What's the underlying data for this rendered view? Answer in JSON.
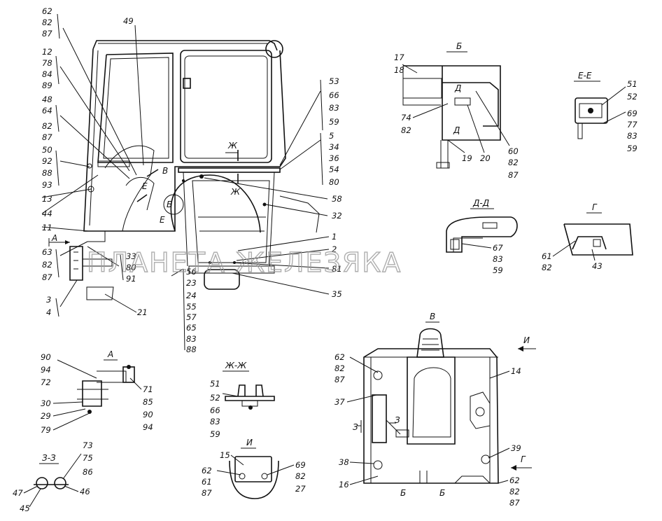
{
  "watermark": "ПЛАНЕТА ЖЕЛЕЗЯКА",
  "view_titles": {
    "B_view": "Б",
    "V_view": "В",
    "E_E": "Е-Е",
    "D_D": "Д-Д",
    "G_view": "Г",
    "A_view": "А",
    "ZH_ZH": "Ж-Ж",
    "I_view": "И",
    "Z_Z": "З-З"
  },
  "section_markers": {
    "A": "А",
    "B": "Б",
    "V": "В",
    "E1": "Е",
    "E2": "Е",
    "ZH1": "Ж",
    "ZH2": "Ж",
    "D1": "Д",
    "D2": "Д",
    "Z1": "З",
    "Z2": "З",
    "B1": "Б",
    "B2": "Б",
    "I": "И",
    "G": "Г"
  },
  "callouts": {
    "top_left_stack": [
      "62",
      "82",
      "87"
    ],
    "c49": "49",
    "left_stack_a": [
      "12",
      "78",
      "84",
      "89"
    ],
    "left_stack_b": [
      "48",
      "64",
      "82",
      "87"
    ],
    "left_stack_c": [
      "50",
      "92",
      "88",
      "93"
    ],
    "c13": "13",
    "c44": "44",
    "c11": "11",
    "left_stack_d": [
      "63",
      "82",
      "87"
    ],
    "left_stack_e": [
      "3",
      "4"
    ],
    "c33_80_91": [
      "33",
      "80",
      "91"
    ],
    "c21": "21",
    "c56_stack": [
      "56",
      "23",
      "24",
      "55",
      "57",
      "65",
      "83",
      "88"
    ],
    "c35": "35",
    "c1": "1",
    "c2": "2",
    "c81": "81",
    "c32": "32",
    "c58": "58",
    "right_stack_a": [
      "53",
      "66",
      "83",
      "59"
    ],
    "right_stack_b": [
      "5",
      "34",
      "36",
      "54",
      "80"
    ],
    "b_view": {
      "c17_18": [
        "17",
        "18"
      ],
      "c74_82": [
        "74",
        "82"
      ],
      "c19": "19",
      "c20": "20",
      "c60_stack": [
        "60",
        "82",
        "87"
      ]
    },
    "ee_view": {
      "c51_52": [
        "51",
        "52"
      ],
      "c69_stack": [
        "69",
        "77",
        "83",
        "59"
      ]
    },
    "dd_view": {
      "c67_stack": [
        "67",
        "83",
        "59"
      ]
    },
    "g_view": {
      "c61_82": [
        "61",
        "82"
      ],
      "c43": "43"
    },
    "a_view": {
      "left": [
        "90",
        "94",
        "72"
      ],
      "c30": "30",
      "c29": "29",
      "c79": "79",
      "right": [
        "71",
        "85",
        "90",
        "94"
      ]
    },
    "zhzh_view": {
      "left": [
        "51",
        "52",
        "66",
        "83",
        "59"
      ]
    },
    "i_view": {
      "c15": "15",
      "left": [
        "62",
        "61",
        "87"
      ],
      "right": [
        "69",
        "82",
        "27"
      ]
    },
    "zz_view": {
      "right": [
        "73",
        "75",
        "86"
      ],
      "c47": "47",
      "c45": "45",
      "c46": "46"
    },
    "v_view": {
      "c62_stack": [
        "62",
        "82",
        "87"
      ],
      "c37": "37",
      "c3a": "3",
      "c3b": "3",
      "c38": "38",
      "c16": "16",
      "c14": "14",
      "c39": "39",
      "c62_bottom": [
        "62",
        "82",
        "87"
      ]
    }
  }
}
